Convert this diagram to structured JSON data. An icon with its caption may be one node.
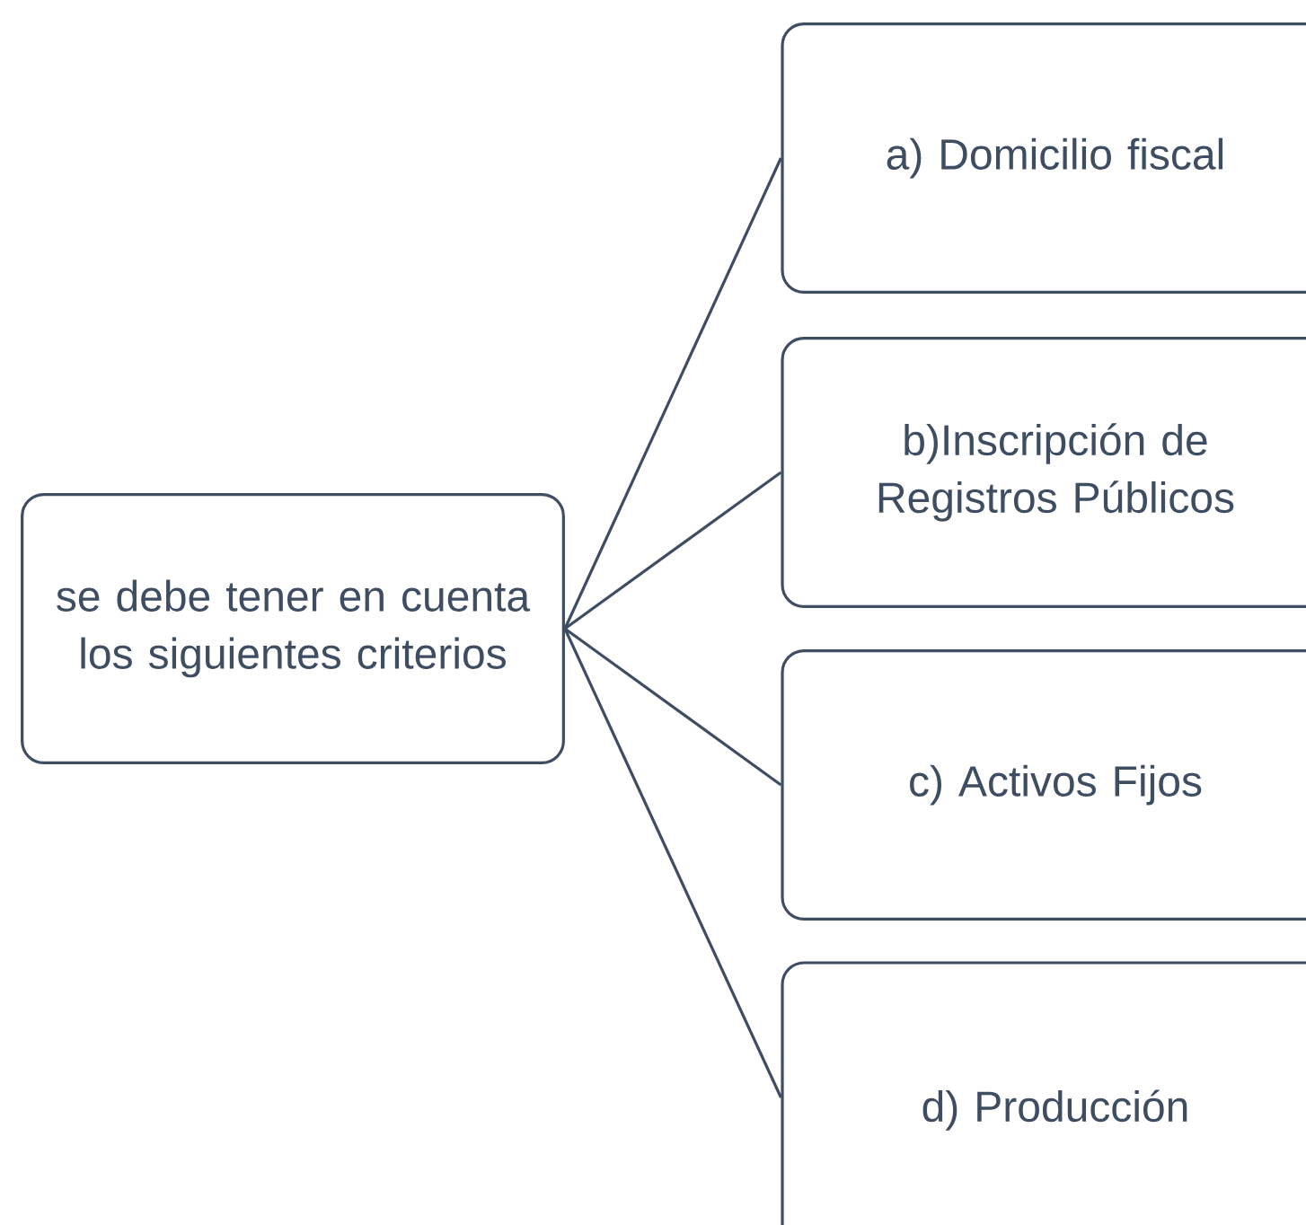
{
  "diagram": {
    "nodes": [
      {
        "text": [
          "se debe tener en cuenta los siguientes criterios"
        ]
      },
      {
        "text": [
          "a) Domicilio fiscal"
        ]
      },
      {
        "text": [
          "b)Inscripción de Registros Públicos"
        ]
      },
      {
        "text": [
          "c) Activos Fijos"
        ]
      },
      {
        "text": [
          "d) Producción"
        ]
      }
    ],
    "edges": [
      {
        "from": 0,
        "to": 1,
        "arrow": "none"
      },
      {
        "from": 0,
        "to": 2,
        "arrow": "none"
      },
      {
        "from": 0,
        "to": 3,
        "arrow": "none"
      },
      {
        "from": 0,
        "to": 4,
        "arrow": "none"
      }
    ]
  }
}
